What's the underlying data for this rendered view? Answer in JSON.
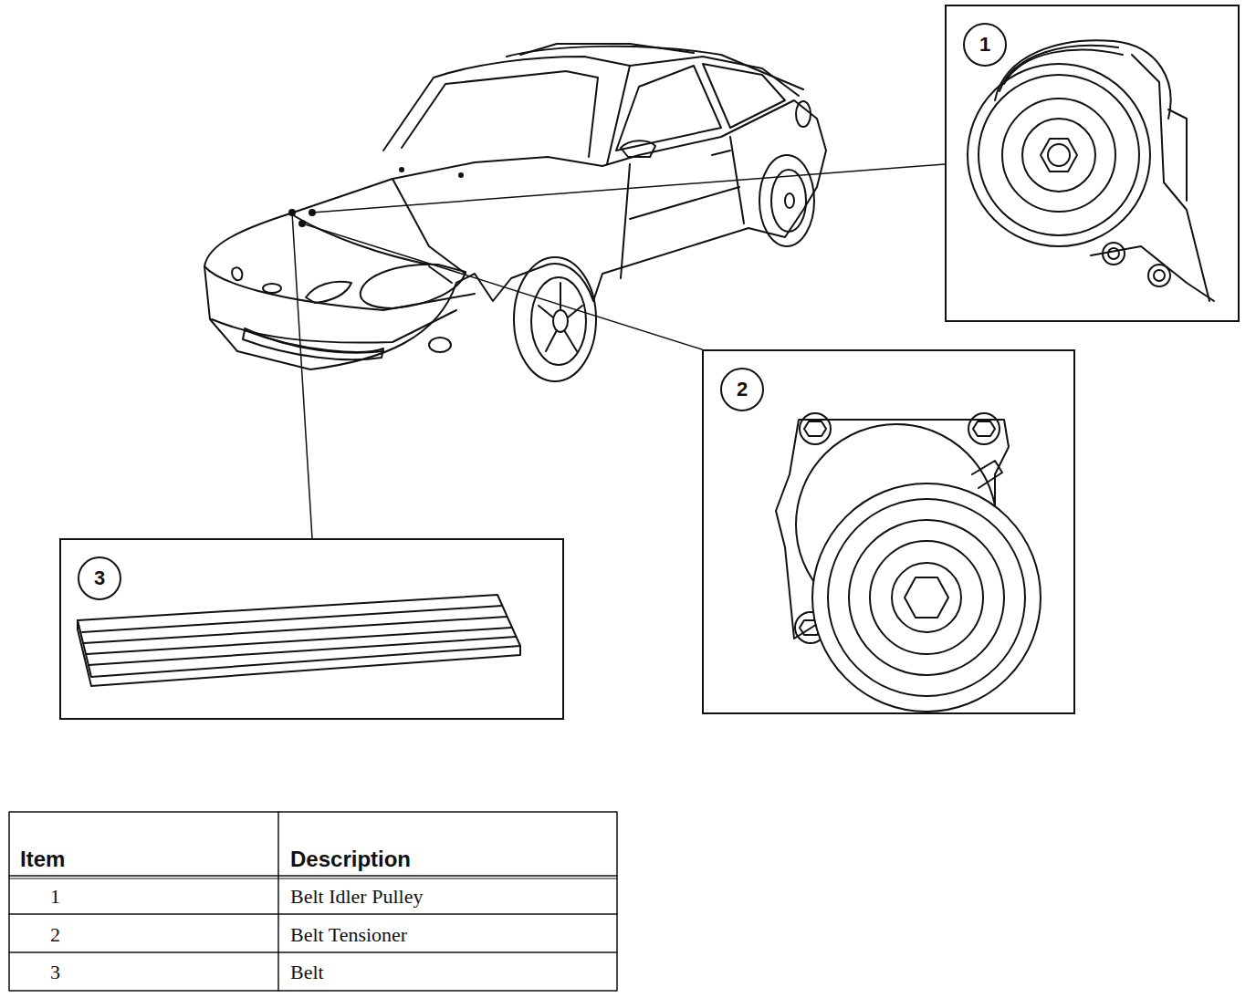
{
  "diagram": {
    "nodes": [
      {
        "text": [
          "1"
        ]
      },
      {
        "text": [
          "2"
        ]
      },
      {
        "text": [
          "3"
        ]
      }
    ],
    "labels": [
      "Item",
      "Description",
      "1",
      "Belt Idler Pulley",
      "2",
      "Belt Tensioner",
      "3",
      "Belt"
    ]
  }
}
